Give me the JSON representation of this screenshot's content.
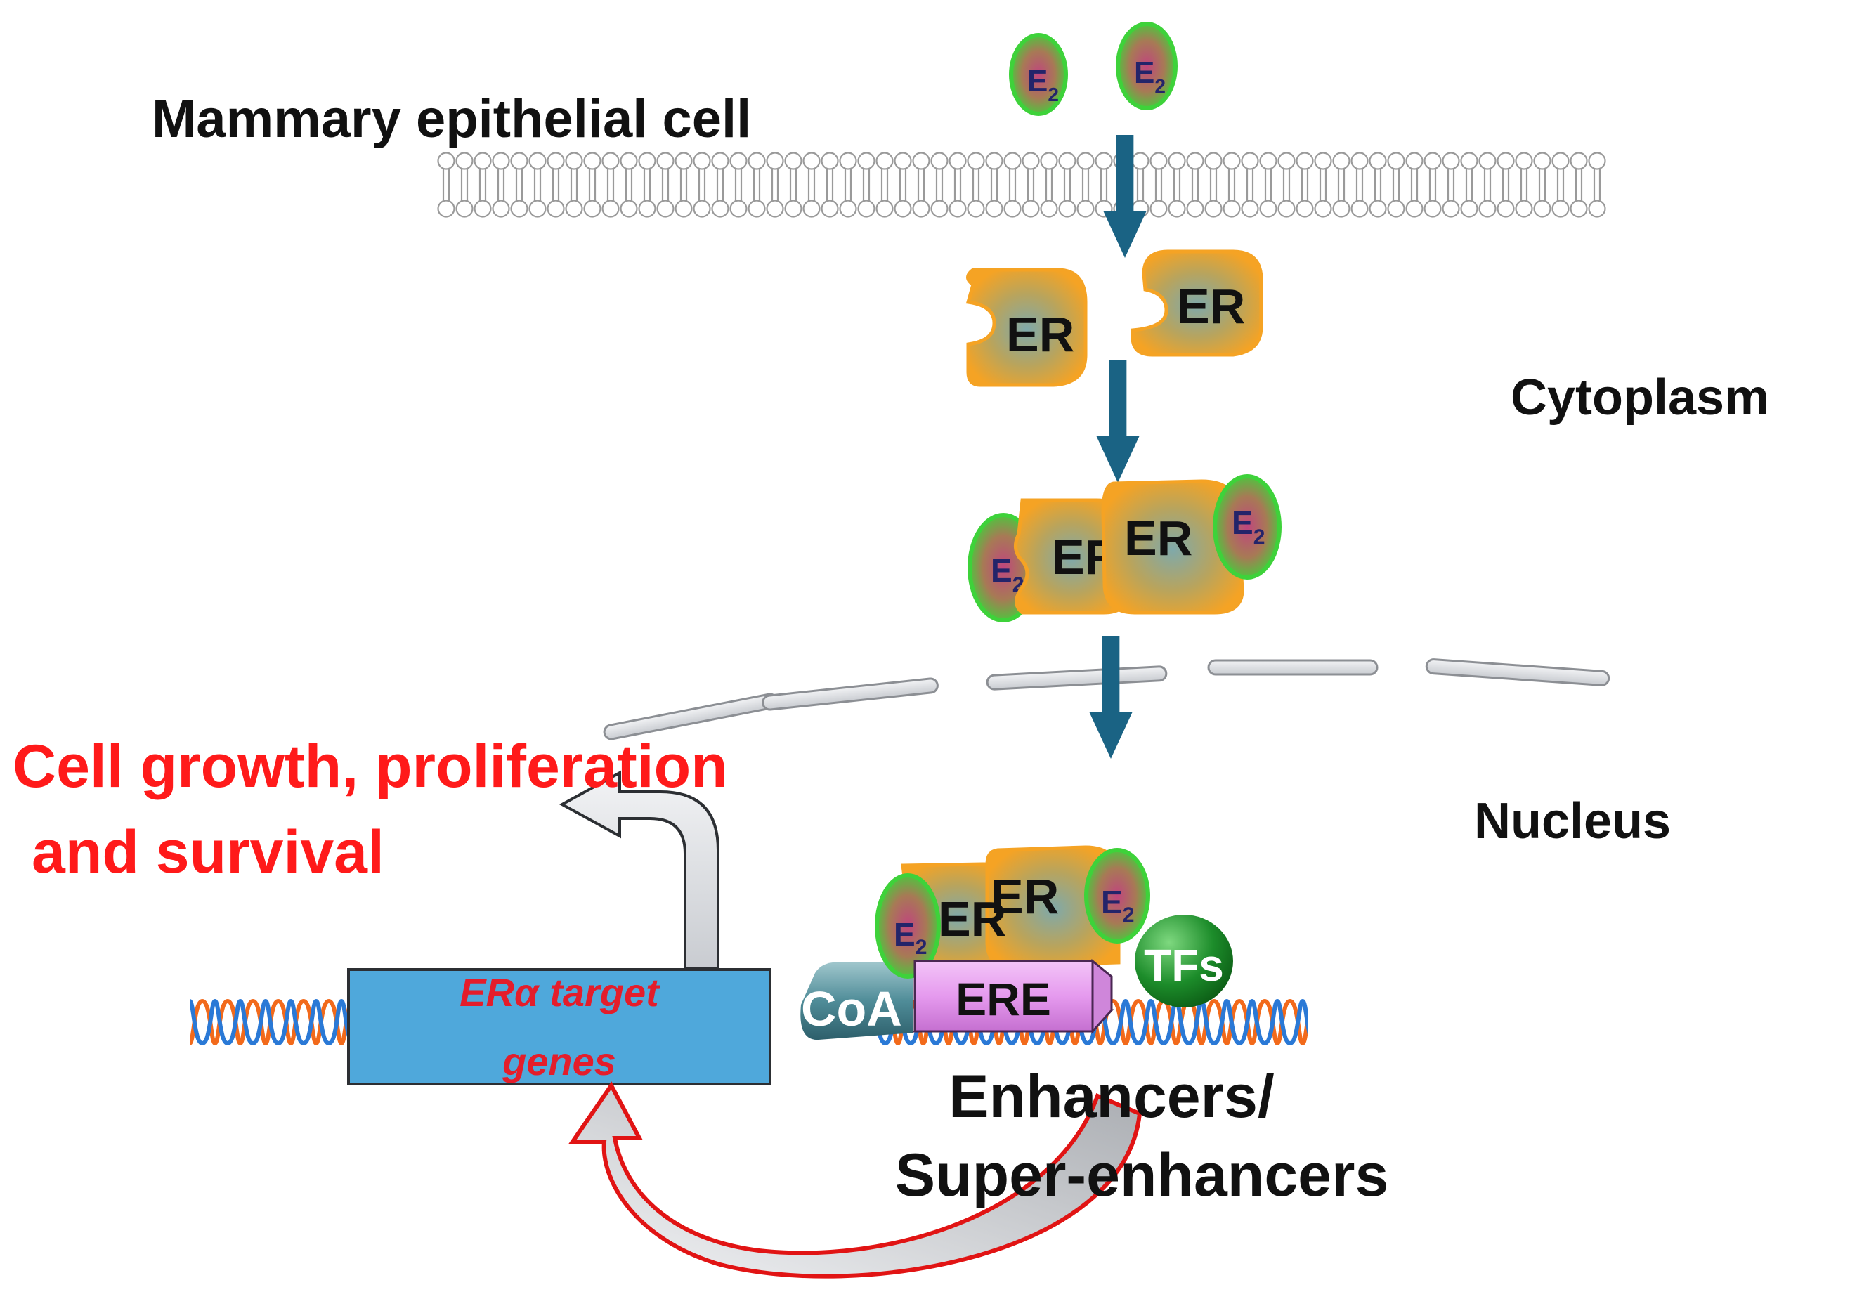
{
  "labels": {
    "cell": "Mammary epithelial cell",
    "cytoplasm": "Cytoplasm",
    "nucleus": "Nucleus",
    "outcome_line1": "Cell  growth, proliferation",
    "outcome_line2": "and survival",
    "target_line1": "ERα target",
    "target_line2": "genes",
    "enhancers_line1": "Enhancers/",
    "enhancers_line2": "Super-enhancers"
  },
  "molecules": {
    "estradiol": "E",
    "estradiol_sub": "2",
    "receptor": "ER",
    "response_element": "ERE",
    "transcription_factors": "TFs",
    "coactivator": "CoA"
  },
  "colors": {
    "arrow": "#1a6384",
    "receptor": "#f5a324",
    "receptor_core": "#7fa7a6",
    "ligand_ring": "#3ed23a",
    "ligand_core": "#c0457e",
    "outcome_text": "#ff1a1a",
    "target_text": "#e41d2b",
    "gene_box": "#4fa8db",
    "ere_box": "#e59aee",
    "tfs": "#1c8c2a",
    "coa": "#4f8c98",
    "dna_a": "#f26a1b",
    "dna_b": "#2a79d6",
    "feedback_arrow": "#e11414"
  }
}
